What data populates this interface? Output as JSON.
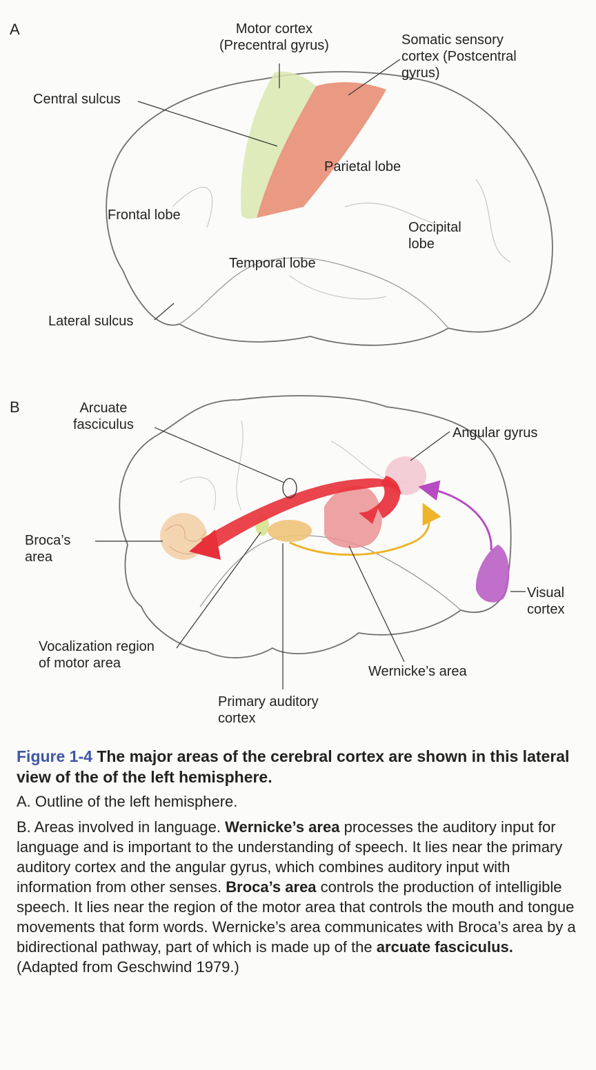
{
  "panel_a": {
    "letter": "A",
    "labels": {
      "motor_cortex": [
        "Motor cortex",
        "(Precentral gyrus)"
      ],
      "somatic_sensory": [
        "Somatic sensory",
        "cortex (Postcentral",
        "gyrus)"
      ],
      "central_sulcus": "Central sulcus",
      "parietal_lobe": "Parietal lobe",
      "frontal_lobe": "Frontal lobe",
      "occipital_lobe": [
        "Occipital",
        "lobe"
      ],
      "temporal_lobe": "Temporal lobe",
      "lateral_sulcus": "Lateral sulcus"
    }
  },
  "panel_b": {
    "letter": "B",
    "labels": {
      "arcuate_fasciculus": [
        "Arcuate",
        "fasciculus"
      ],
      "angular_gyrus": "Angular gyrus",
      "brocas_area": [
        "Broca’s",
        "area"
      ],
      "visual_cortex": [
        "Visual",
        "cortex"
      ],
      "vocalization_region": [
        "Vocalization region",
        "of motor area"
      ],
      "wernickes_area": "Wernicke’s area",
      "primary_auditory": [
        "Primary auditory",
        "cortex"
      ]
    }
  },
  "caption": {
    "figure_number": "Figure 1-4",
    "figure_title": "The major areas of the cerebral cortex are shown in this lateral view of the of the left hemisphere.",
    "part_a": "A. Outline of the left hemisphere.",
    "part_b": {
      "s1": "B. Areas involved in language.",
      "k1": "Wernicke’s area",
      "s2": "processes the auditory input for language and is important to the understanding of speech. It lies near the primary auditory cortex and the angular gyrus, which combines auditory input with information from other senses.",
      "k2": "Broca’s area",
      "s3": "controls the production of intelligible speech. It lies near the region of the motor area that controls the mouth and tongue movements that form words. Wernicke’s area communicates with Broca’s area by a bidirectional pathway, part of which is made up of the",
      "k3": "arcuate fasciculus.",
      "s4": "(Adapted from Geschwind 1979.)"
    }
  },
  "colors": {
    "motor": "#d9e7b0",
    "sensory": "#e88e76",
    "arrow": "#e8303a",
    "broca": "#f1c89a",
    "auditory": "#f0c37a",
    "wernicke": "#ea9294",
    "angular": "#f3c9d3",
    "visual": "#b95fc4",
    "purple_path": "#b74bc2",
    "orange_path": "#eeb42a",
    "figure_blue": "#3f55a8"
  }
}
